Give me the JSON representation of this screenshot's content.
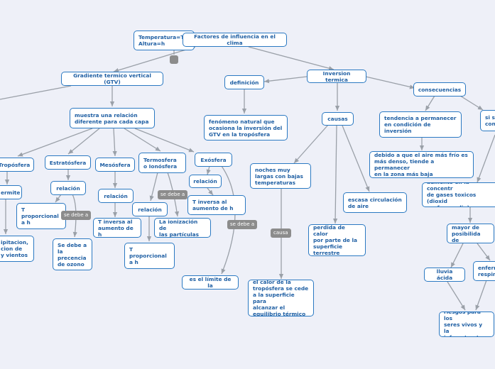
{
  "theme": {
    "background": "#eef0f8",
    "node_border": "#2b79c2",
    "node_text": "#1f5fa3",
    "link": "#9aa0a8",
    "tag_bg": "#8c8c8c"
  },
  "nodes": {
    "temperatura_altura": "Temperatura=T\nAltura=h",
    "factores": "Factores de influencia en el clima",
    "gradiente": "Gradiente termico vertical (GTV)",
    "muestra": "muestra una relación\ndiferente para cada capa",
    "troposfera": "Tropósfera",
    "estratosfera": "Estratósfera",
    "mesosfera": "Mesósfera",
    "termosfera": "Termosfera\no Ionósfera",
    "exosfera": "Exósfera",
    "permite": "ermite",
    "relacion_estrato": "relación",
    "relacion_meso": "relación",
    "relacion_termo": "relación",
    "relacion_exo": "relación",
    "t_prop_estrato": "T\nproporcional\na h",
    "t_inversa_meso": "T inversa al\naumento de h",
    "t_prop_termo": "T\nproporcional\na h",
    "ionizacion": "La ionización de\nlas partículas",
    "t_inversa_exo": "T inversa al\naumento de h",
    "ozono": "Se debe a\nla\nprecencia\nde ozono",
    "precipitacion": "ipitacion,\ncion de\ny vientos",
    "limite": "es el límite de la",
    "inversion": "Inversion termica",
    "definicion": "definición",
    "fenomeno": "fenómeno natural que\nocasiona la inversión del\nGTV en la tropósfera",
    "causas": "causas",
    "noches": "noches muy\nlargas con bajas\ntemperaturas",
    "perdida": "perdida de calor\npor parte de la\nsuperficie\nterrestre",
    "escasa": "escasa circulación\nde aire",
    "calor_troposfera": "el calor de la\ntropósfera se cede\na la superficie para\nalcanzar el\nequilibrio térmico",
    "consecuencias": "consecuencias",
    "tendencia": "tendencia a permanecer\nen condición de\ninversión",
    "debido": "debido a que el aire más frío es\nmás denso, tiende a permanecer\nen la zona más baja",
    "si_se": "si s\ncon",
    "aumento_gases": "aumento en la concentr\nde gases toxicos (dioxid\nazufre, caolin)",
    "mayor": "mayor de\nposibilida de",
    "lluvia": "lluvia ácida",
    "enferm": "enferm\nrespir",
    "riesgos": "riesgos para los\nseres vivos y la\ninfraestructura"
  },
  "tags": {
    "se_debe_a_1": "se debe a",
    "se_debe_a_2": "se debe a",
    "se_debe_a_3": "se debe a",
    "causa": "causa"
  }
}
